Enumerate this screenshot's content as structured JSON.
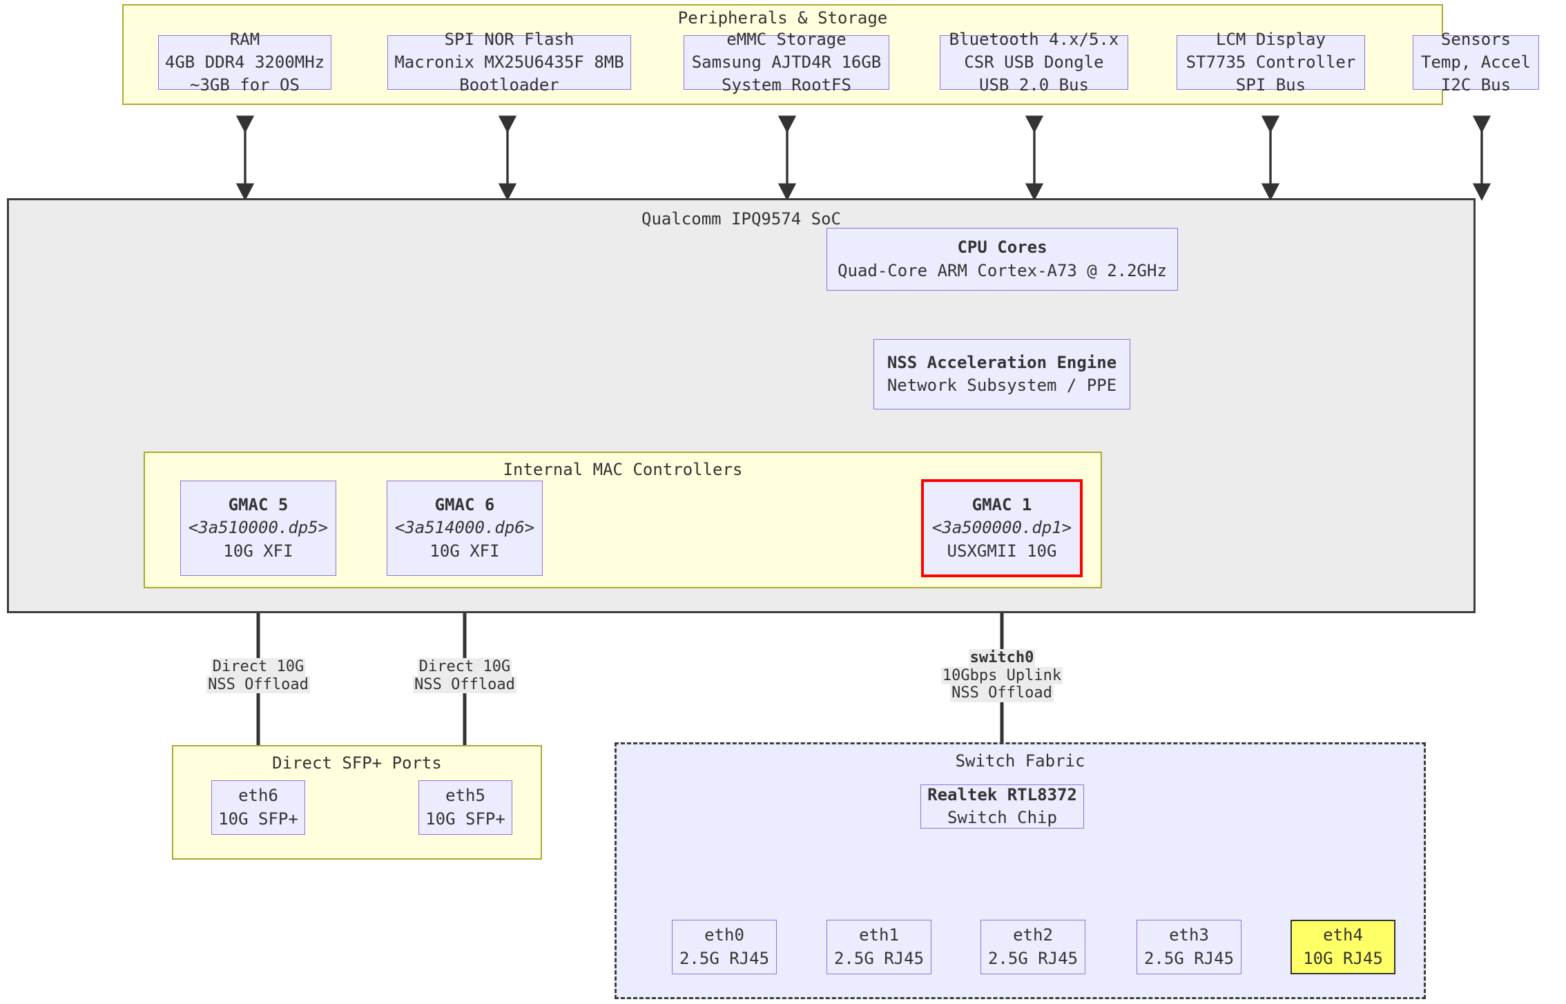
{
  "diagram": {
    "title": "Qualcomm IPQ9574 SoC hardware block diagram",
    "colors": {
      "node_fill": "#ececff",
      "node_border": "#9370db",
      "cluster_yellow_fill": "#ffffde",
      "cluster_yellow_border": "#aaaa33",
      "soc_fill": "#ececec",
      "soc_border": "#3d3d3d",
      "fabric_fill": "#ececff",
      "highlight_red": "#ff0000",
      "highlight_yellow": "#ffff66",
      "edge": "#333333",
      "label_bg": "#ececec"
    }
  },
  "clusters": {
    "peripherals": {
      "title": "Peripherals & Storage"
    },
    "soc": {
      "title": "Qualcomm IPQ9574 SoC"
    },
    "mac": {
      "title": "Internal MAC Controllers"
    },
    "sfp": {
      "title": "Direct SFP+ Ports"
    },
    "fabric": {
      "title": "Switch Fabric"
    }
  },
  "peripherals": [
    {
      "name": "ram",
      "lines": [
        "RAM",
        "4GB DDR4 3200MHz",
        "~3GB for OS"
      ]
    },
    {
      "name": "spi-flash",
      "lines": [
        "SPI NOR Flash",
        "Macronix MX25U6435F 8MB",
        "Bootloader"
      ]
    },
    {
      "name": "emmc",
      "lines": [
        "eMMC Storage",
        "Samsung AJTD4R 16GB",
        "System RootFS"
      ]
    },
    {
      "name": "bluetooth",
      "lines": [
        "Bluetooth 4.x/5.x",
        "CSR USB Dongle",
        "USB 2.0 Bus"
      ]
    },
    {
      "name": "lcm",
      "lines": [
        "LCM Display",
        "ST7735 Controller",
        "SPI Bus"
      ]
    },
    {
      "name": "sensors",
      "lines": [
        "Sensors",
        "Temp, Accel",
        "I2C Bus"
      ]
    }
  ],
  "soc_blocks": {
    "cpu": {
      "title": "CPU Cores",
      "detail": "Quad-Core ARM Cortex-A73 @ 2.2GHz"
    },
    "nss": {
      "title": "NSS Acceleration Engine",
      "detail": "Network Subsystem / PPE"
    }
  },
  "gmacs": [
    {
      "name": "gmac5",
      "title": "GMAC 5",
      "dev": "<3a510000.dp5>",
      "mode": "10G XFI",
      "highlight": "none"
    },
    {
      "name": "gmac6",
      "title": "GMAC 6",
      "dev": "<3a514000.dp6>",
      "mode": "10G XFI",
      "highlight": "none"
    },
    {
      "name": "gmac1",
      "title": "GMAC 1",
      "dev": "<3a500000.dp1>",
      "mode": "USXGMII 10G",
      "highlight": "red"
    }
  ],
  "edge_labels": {
    "gmac5_to_eth6": [
      "Direct 10G",
      "NSS Offload"
    ],
    "gmac6_to_eth5": [
      "Direct 10G",
      "NSS Offload"
    ],
    "gmac1_to_switch": [
      "switch0",
      "10Gbps Uplink",
      "NSS Offload"
    ]
  },
  "sfp_ports": [
    {
      "name": "eth6",
      "label": "eth6",
      "detail": "10G SFP+"
    },
    {
      "name": "eth5",
      "label": "eth5",
      "detail": "10G SFP+"
    }
  ],
  "switch_chip": {
    "title": "Realtek RTL8372",
    "detail": "Switch Chip"
  },
  "switch_ports": [
    {
      "name": "eth0",
      "label": "eth0",
      "detail": "2.5G RJ45",
      "highlight": "none"
    },
    {
      "name": "eth1",
      "label": "eth1",
      "detail": "2.5G RJ45",
      "highlight": "none"
    },
    {
      "name": "eth2",
      "label": "eth2",
      "detail": "2.5G RJ45",
      "highlight": "none"
    },
    {
      "name": "eth3",
      "label": "eth3",
      "detail": "2.5G RJ45",
      "highlight": "none"
    },
    {
      "name": "eth4",
      "label": "eth4",
      "detail": "10G RJ45",
      "highlight": "yellow"
    }
  ]
}
